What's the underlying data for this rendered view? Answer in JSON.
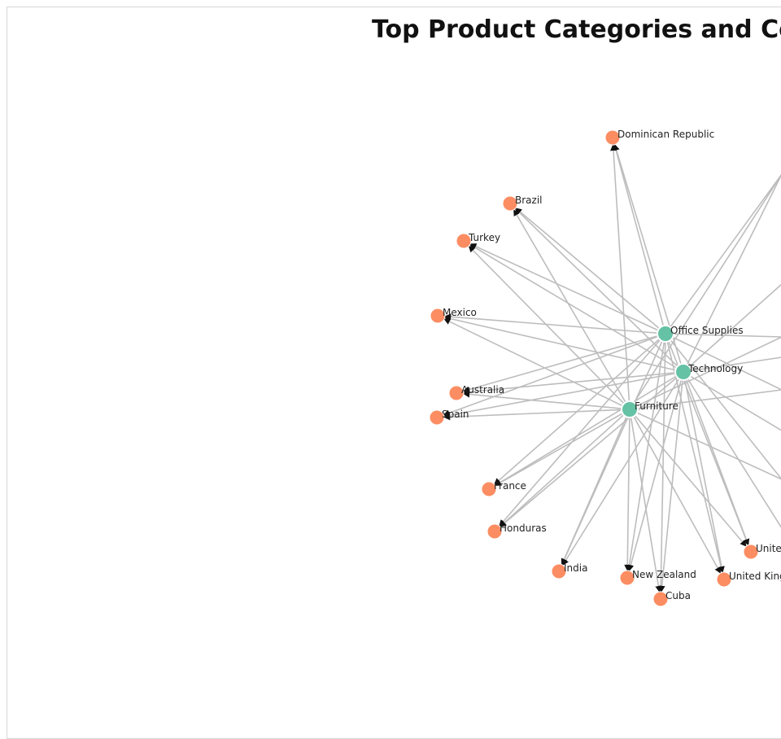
{
  "title": "Top Product Categories and Countries",
  "colors": {
    "category": "#66c2a5",
    "country": "#fc8d62",
    "edge": "#bdbdbd",
    "arrow": "#111111"
  },
  "nodes": [
    {
      "id": "office-supplies",
      "label": "Office Supplies",
      "group": "category"
    },
    {
      "id": "technology",
      "label": "Technology",
      "group": "category"
    },
    {
      "id": "furniture",
      "label": "Furniture",
      "group": "category"
    },
    {
      "id": "dominican-republic",
      "label": "Dominican Republic",
      "group": "country"
    },
    {
      "id": "brazil",
      "label": "Brazil",
      "group": "country"
    },
    {
      "id": "turkey",
      "label": "Turkey",
      "group": "country"
    },
    {
      "id": "mexico",
      "label": "Mexico",
      "group": "country"
    },
    {
      "id": "australia",
      "label": "Australia",
      "group": "country"
    },
    {
      "id": "spain",
      "label": "Spain",
      "group": "country"
    },
    {
      "id": "france",
      "label": "France",
      "group": "country"
    },
    {
      "id": "honduras",
      "label": "Honduras",
      "group": "country"
    },
    {
      "id": "india",
      "label": "India",
      "group": "country"
    },
    {
      "id": "new-zealand",
      "label": "New Zealand",
      "group": "country"
    },
    {
      "id": "cuba",
      "label": "Cuba",
      "group": "country"
    },
    {
      "id": "united-kingdom",
      "label": "United Kingdom",
      "group": "country"
    },
    {
      "id": "united-states",
      "label": "United States",
      "group": "country"
    }
  ]
}
